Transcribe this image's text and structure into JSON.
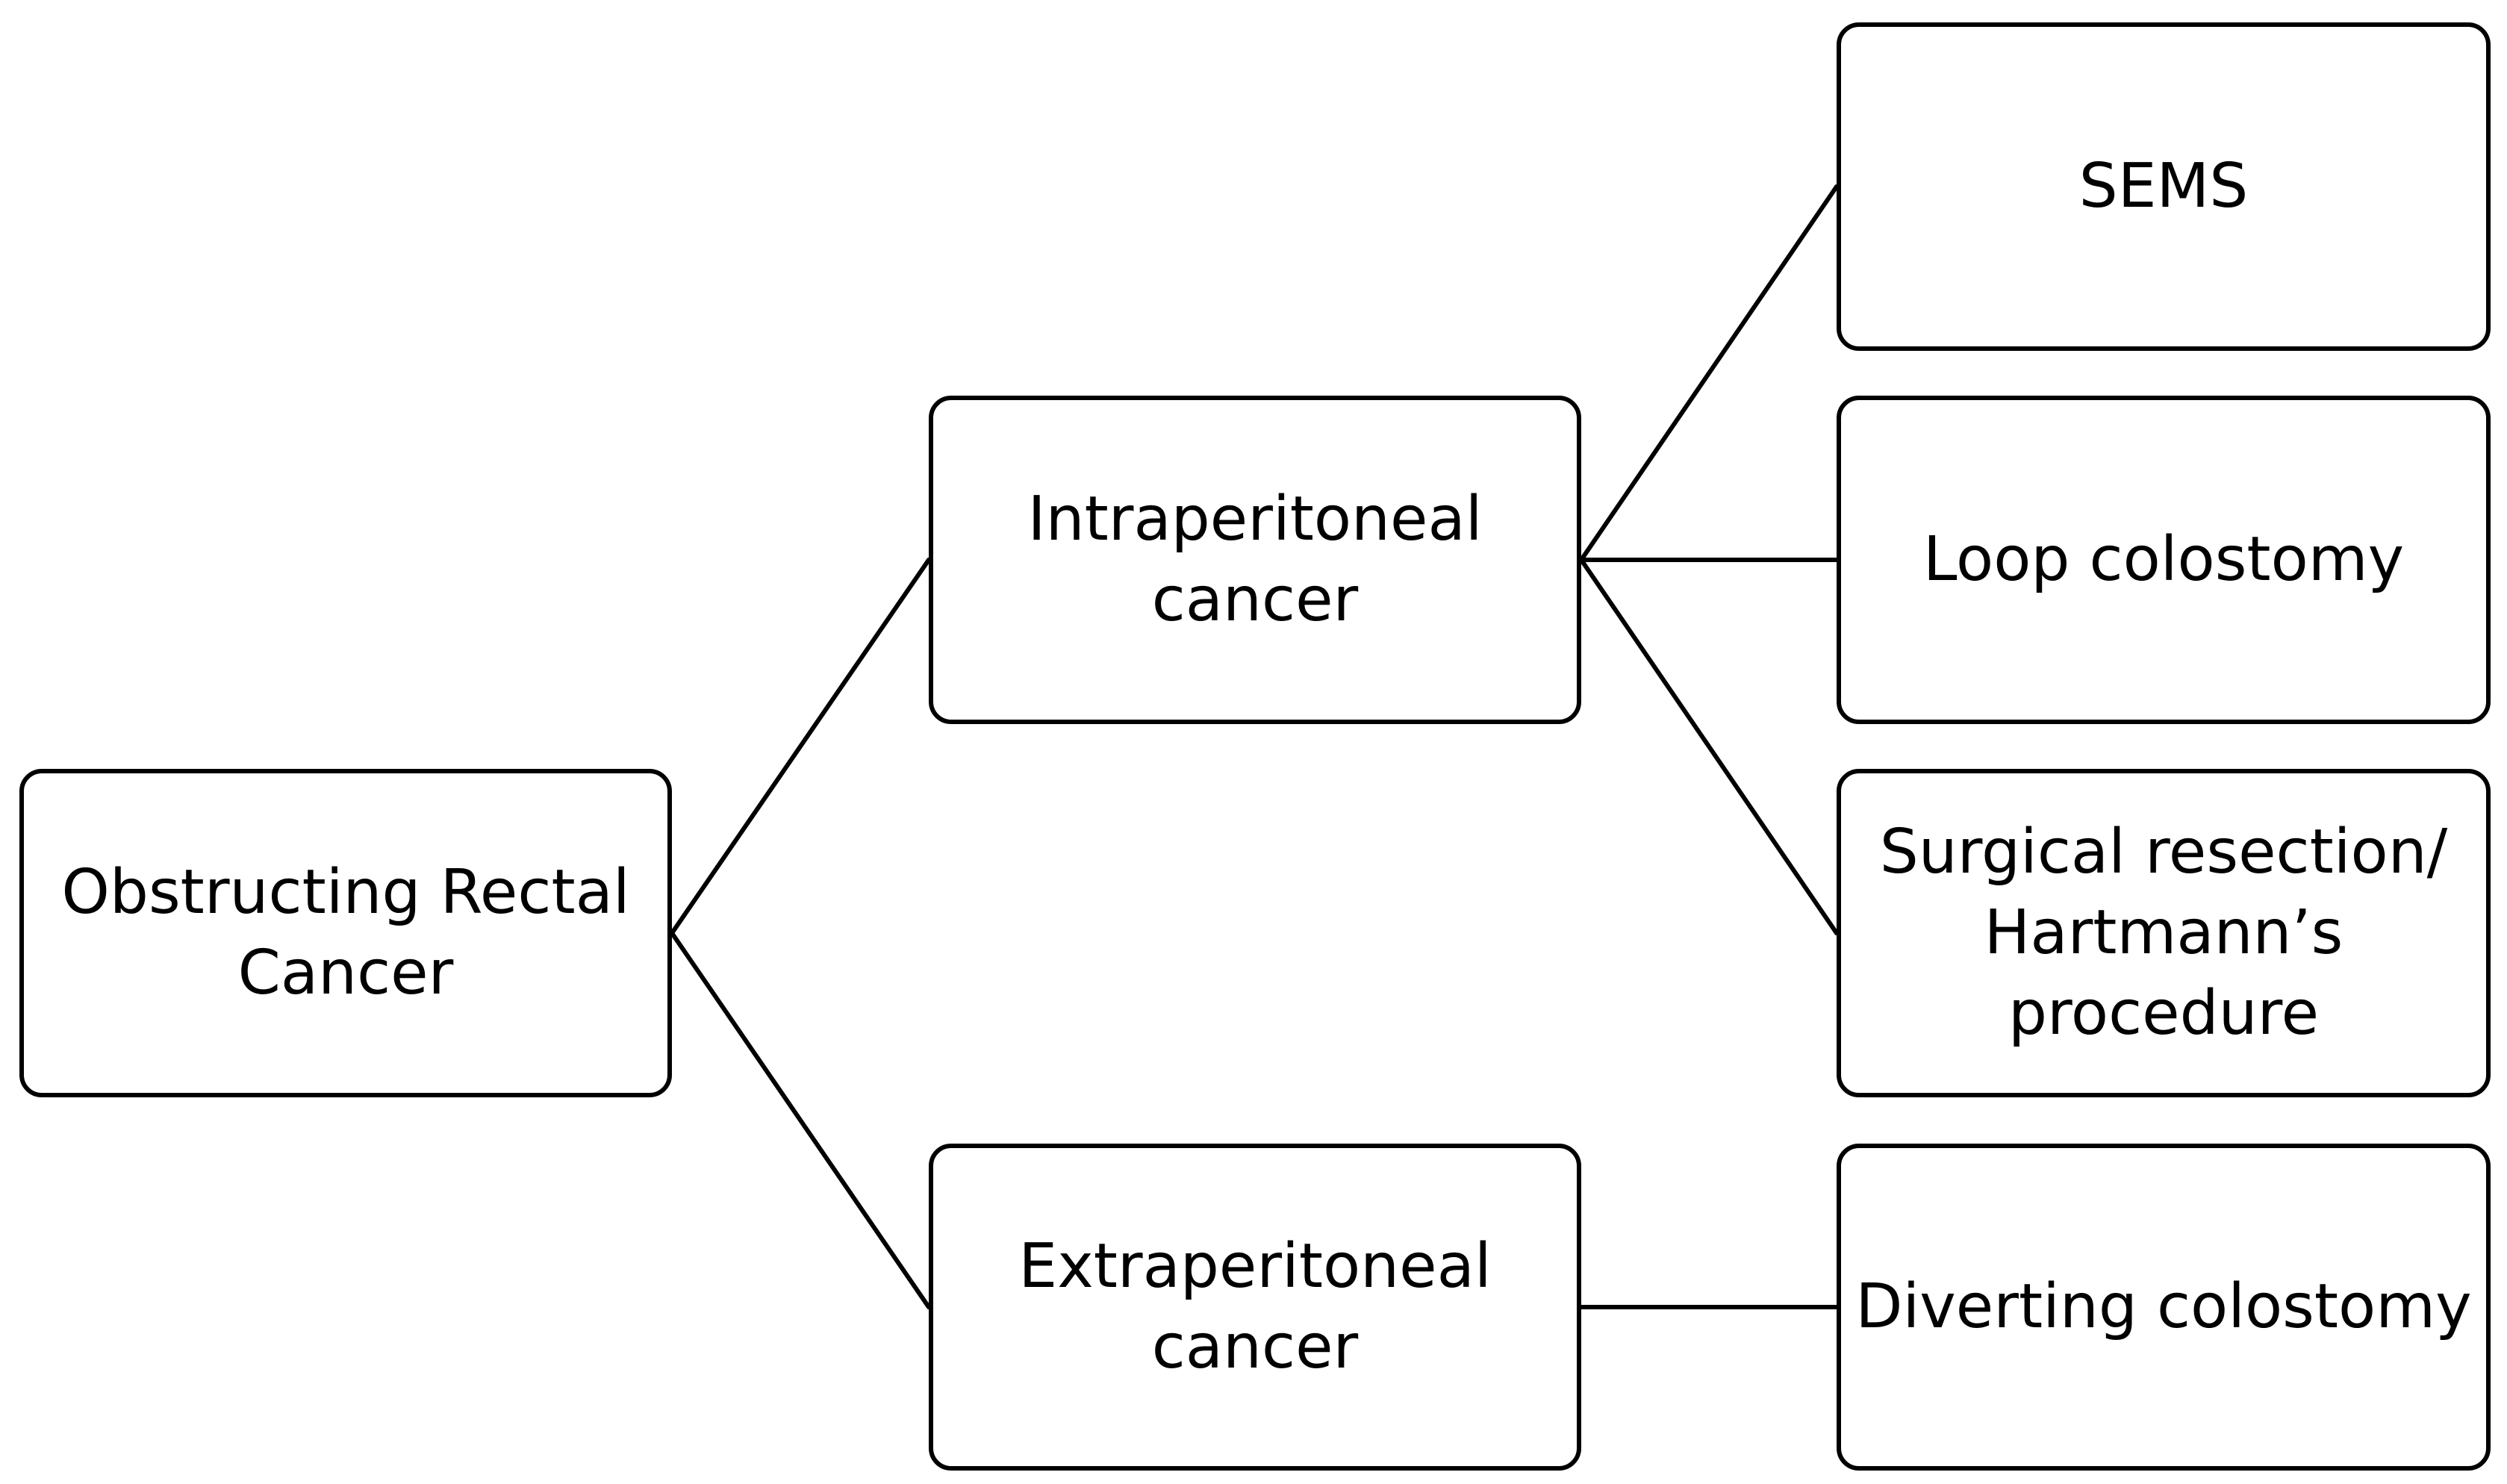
{
  "diagram": {
    "nodes": {
      "root": {
        "label": "Obstructing Rectal\nCancer"
      },
      "intra": {
        "label": "Intraperitoneal\ncancer"
      },
      "extra": {
        "label": "Extraperitoneal\ncancer"
      },
      "sems": {
        "label": "SEMS"
      },
      "loop": {
        "label": "Loop colostomy"
      },
      "surg": {
        "label": "Surgical resection/\nHartmann’s\nprocedure"
      },
      "divert": {
        "label": "Diverting colostomy"
      }
    },
    "edges": [
      {
        "from": "root",
        "to": "intra"
      },
      {
        "from": "root",
        "to": "extra"
      },
      {
        "from": "intra",
        "to": "sems"
      },
      {
        "from": "intra",
        "to": "loop"
      },
      {
        "from": "intra",
        "to": "surg"
      },
      {
        "from": "extra",
        "to": "divert"
      }
    ],
    "colors": {
      "stroke": "#000000",
      "background": "#ffffff",
      "text": "#000000"
    }
  }
}
